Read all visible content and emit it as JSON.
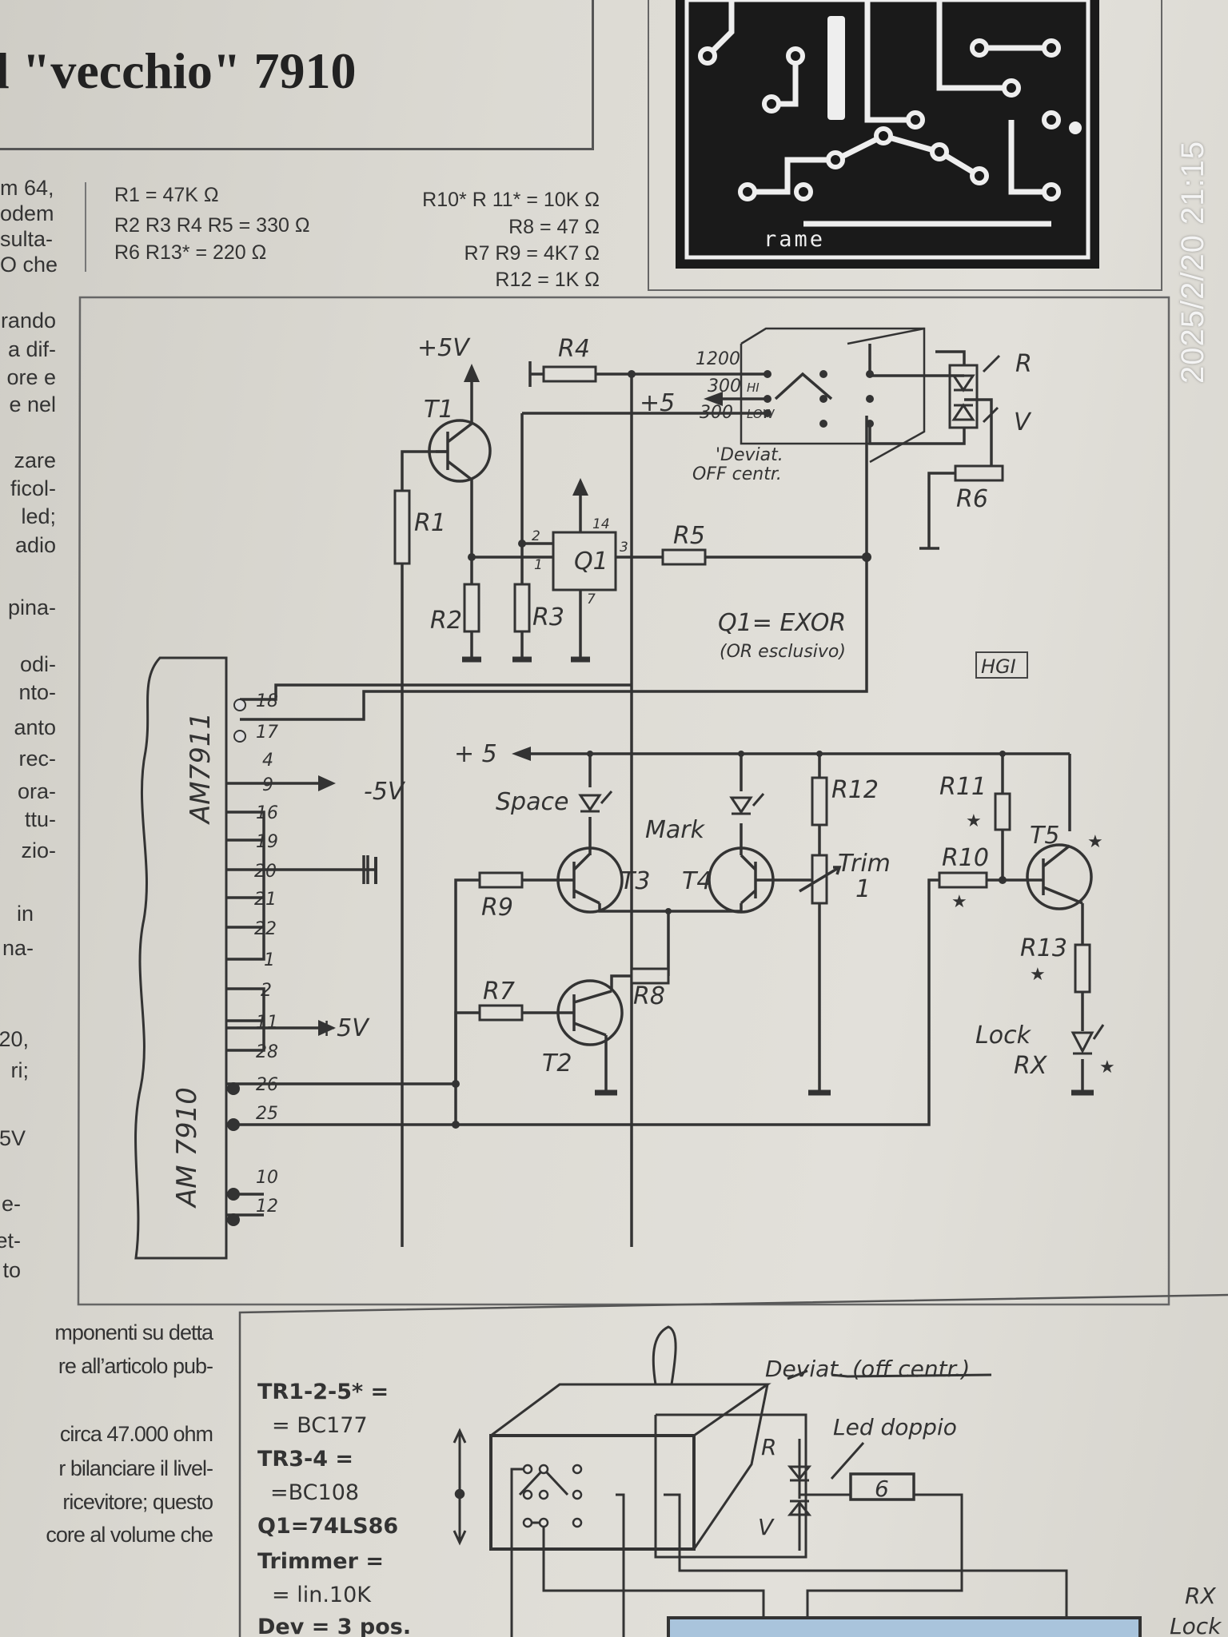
{
  "header": {
    "title": "l \"vecchio\" 7910"
  },
  "timestamp": "2025/2/20 21:15",
  "pcb": {
    "label": "rame"
  },
  "resistor_values": {
    "left": [
      "R1 = 47K Ω",
      "R2  R3  R4  R5 = 330 Ω",
      "R6  R13*  = 220 Ω"
    ],
    "right": [
      "R10*  R 11*  = 10K Ω",
      "R8 = 47 Ω",
      "R7  R9  = 4K7 Ω",
      "R12 = 1K Ω"
    ]
  },
  "left_column": {
    "top": [
      "m  64,",
      "odem",
      "sulta-",
      "O che"
    ],
    "middle": [
      "rando",
      "a dif-",
      "ore  e",
      "e nel",
      "zare",
      "ficol-",
      "led;",
      "adio",
      "pina-",
      "odi-",
      "nto-",
      "anto",
      "rec-",
      "ora-",
      "ttu-",
      "zio-",
      "in",
      "na-",
      "20,",
      "ri;",
      "5V",
      "e-",
      "et-",
      "to"
    ],
    "bottom": [
      "mponenti su detta",
      "re all’articolo pub-",
      "circa 47.000 ohm",
      "r bilanciare il livel-",
      "ricevitore; questo",
      "core al volume che"
    ]
  },
  "schematic": {
    "plus5v_top": "+5V",
    "t1": "T1",
    "r1": "R1",
    "r2": "R2",
    "r3": "R3",
    "r4": "R4",
    "r5": "R5",
    "r6": "R6",
    "q1": "Q1",
    "q1_pins": {
      "p14": "14",
      "p2": "2",
      "p1": "1",
      "p3": "3",
      "p7": "7"
    },
    "baud_1200": "1200",
    "baud_300": "300",
    "hi": "HI",
    "baud_300b": "300",
    "low": "LOW",
    "plus5_sw": "+5",
    "led_r": "R",
    "led_v": "V",
    "switch_note_1": "'Deviat.",
    "switch_note_2": "OFF centr.",
    "q1_desc_1": "Q1= EXOR",
    "q1_desc_2": "(OR esclusivo)",
    "hgi": "HGI",
    "chip_top": "AM7911",
    "chip_bottom": "AM 7910",
    "pins": [
      "18",
      "17",
      "4",
      "9",
      "16",
      "19",
      "20",
      "21",
      "22",
      "1",
      "2",
      "11",
      "28",
      "26",
      "25",
      "10",
      "12"
    ],
    "minus5v": "-5V",
    "plus5v_chip": "+5V",
    "rail_plus5": "+ 5",
    "space": "Space",
    "mark": "Mark",
    "t2": "T2",
    "t3": "T3",
    "t4": "T4",
    "t5": "T5",
    "r7": "R7",
    "r8": "R8",
    "r9": "R9",
    "r10": "R10",
    "r11": "R11",
    "r12": "R12",
    "r13": "R13",
    "trim": "Trim",
    "trim_num": "1",
    "lock": "Lock",
    "rx": "RX",
    "star": "★"
  },
  "parts_list": [
    "TR1-2-5* =",
    "= BC177",
    "TR3-4 =",
    "=BC108",
    "Q1=74LS86",
    "Trimmer =",
    "= lin.10K",
    "Dev = 3 pos."
  ],
  "switch_drawing": {
    "deviat": "Deviat. (off centr.)",
    "led_doppio": "Led doppio",
    "r": "R",
    "v": "V",
    "res6": "6",
    "rx": "RX",
    "lock": "Lock"
  }
}
